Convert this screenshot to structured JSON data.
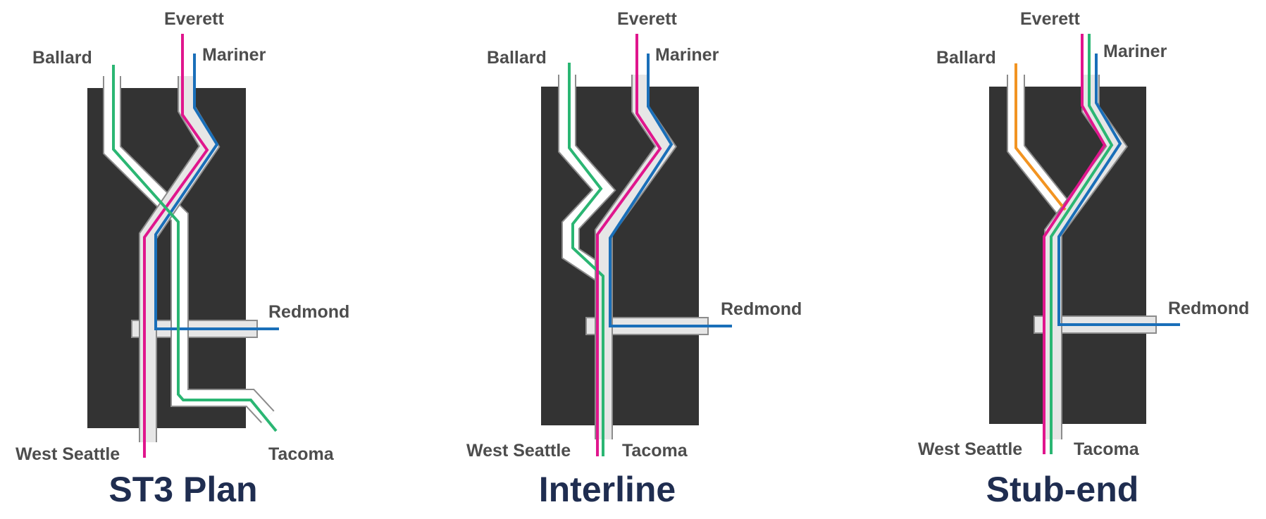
{
  "colors": {
    "pink": "#e0168d",
    "blue": "#1a6fb9",
    "green": "#2bb673",
    "orange": "#f29422",
    "block": "#333333",
    "label": "#4d4d4d",
    "title": "#1f2d50"
  },
  "panels": [
    {
      "title": "ST3 Plan",
      "labels": {
        "everett": "Everett",
        "mariner": "Mariner",
        "ballard": "Ballard",
        "redmond": "Redmond",
        "west_seattle": "West Seattle",
        "tacoma": "Tacoma"
      }
    },
    {
      "title": "Interline",
      "labels": {
        "everett": "Everett",
        "mariner": "Mariner",
        "ballard": "Ballard",
        "redmond": "Redmond",
        "west_seattle": "West Seattle",
        "tacoma": "Tacoma"
      }
    },
    {
      "title": "Stub-end",
      "labels": {
        "everett": "Everett",
        "mariner": "Mariner",
        "ballard": "Ballard",
        "redmond": "Redmond",
        "west_seattle": "West Seattle",
        "tacoma": "Tacoma"
      }
    }
  ]
}
